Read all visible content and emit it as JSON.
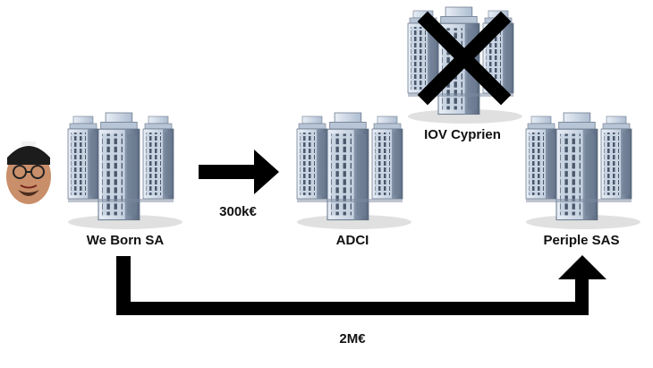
{
  "entities": {
    "we_born": "We Born SA",
    "adci": "ADCI",
    "iov": "IOV Cyprien",
    "periple": "Periple SAS"
  },
  "flows": {
    "to_adci": "300k€",
    "to_periple": "2M€"
  },
  "iov_status": "crossed-out",
  "colors": {
    "arrow": "#000000",
    "building_light": "#cdd8e6",
    "building_mid": "#9fb0c6",
    "building_dark": "#5d6c80",
    "window": "#3d4a5c"
  },
  "icons": [
    "person-avatar",
    "office-building-icon",
    "cross-icon",
    "arrow-right",
    "elbow-arrow-up"
  ]
}
